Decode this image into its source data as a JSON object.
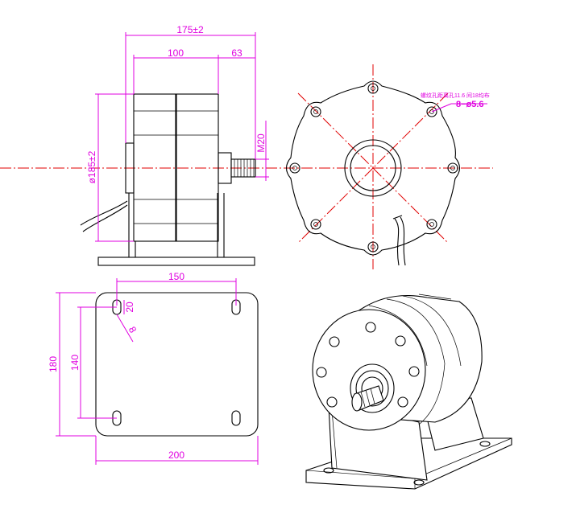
{
  "dimensions": {
    "overall_length": "175±2",
    "body_length": "100",
    "shaft_length": "63",
    "shaft_thread": "M20",
    "body_diameter": "ø185±2",
    "hole_pitch_width": "150",
    "slot_length": "20",
    "slot_width": "8",
    "hole_pitch_height": "140",
    "base_height": "180",
    "base_width": "200",
    "mounting_holes": "8−ø5.6",
    "hole_note": "螺纹孔距离孔11.6 间18均布"
  },
  "colors": {
    "dimension": "#e000e0",
    "centerline": "#e00000",
    "outline": "#000000"
  }
}
